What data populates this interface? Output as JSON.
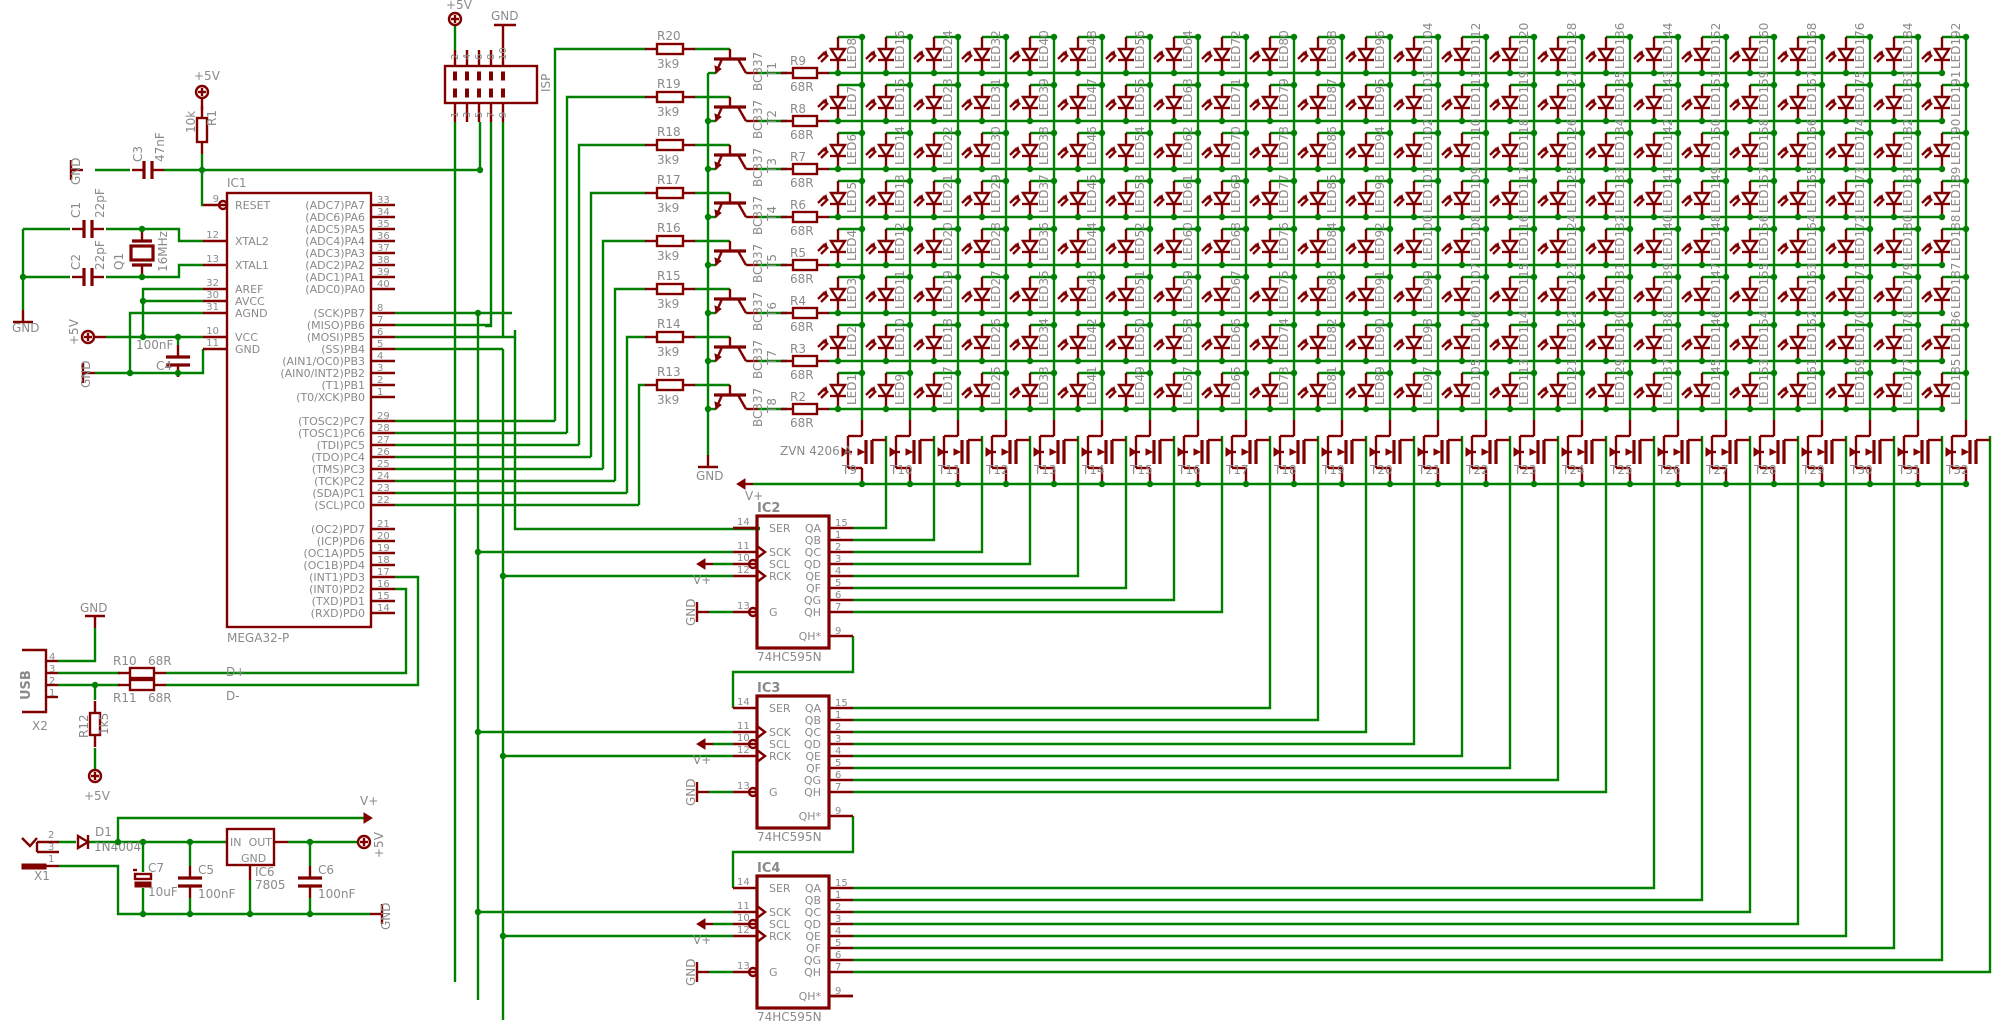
{
  "title": "USB LED matrix 8x24 schematic",
  "colors": {
    "wire": "#008000",
    "part": "#800000",
    "text": "#8a8a8a",
    "background": "#ffffff"
  },
  "labels": {
    "plus5v": "+5V",
    "gnd": "GND",
    "vplus": "V+",
    "d_plus": "D+",
    "d_minus": "D-"
  },
  "mcu": {
    "name": "IC1",
    "part": "MEGA32-P",
    "left_pins": [
      {
        "num": "9",
        "name": "RESET"
      },
      {
        "num": "12",
        "name": "XTAL2"
      },
      {
        "num": "13",
        "name": "XTAL1"
      },
      {
        "num": "32",
        "name": "AREF"
      },
      {
        "num": "30",
        "name": "AVCC"
      },
      {
        "num": "31",
        "name": "AGND"
      },
      {
        "num": "10",
        "name": "VCC"
      },
      {
        "num": "11",
        "name": "GND"
      }
    ],
    "right_pins": [
      {
        "num": "33",
        "name": "(ADC7)PA7"
      },
      {
        "num": "34",
        "name": "(ADC6)PA6"
      },
      {
        "num": "35",
        "name": "(ADC5)PA5"
      },
      {
        "num": "36",
        "name": "(ADC4)PA4"
      },
      {
        "num": "37",
        "name": "(ADC3)PA3"
      },
      {
        "num": "38",
        "name": "(ADC2)PA2"
      },
      {
        "num": "39",
        "name": "(ADC1)PA1"
      },
      {
        "num": "40",
        "name": "(ADC0)PA0"
      },
      {
        "num": "8",
        "name": "(SCK)PB7"
      },
      {
        "num": "7",
        "name": "(MISO)PB6"
      },
      {
        "num": "6",
        "name": "(MOSI)PB5"
      },
      {
        "num": "5",
        "name": "(SS)PB4"
      },
      {
        "num": "4",
        "name": "(AIN1/OC0)PB3"
      },
      {
        "num": "3",
        "name": "(AIN0/INT2)PB2"
      },
      {
        "num": "2",
        "name": "(T1)PB1"
      },
      {
        "num": "1",
        "name": "(T0/XCK)PB0"
      },
      {
        "num": "29",
        "name": "(TOSC2)PC7"
      },
      {
        "num": "28",
        "name": "(TOSC1)PC6"
      },
      {
        "num": "27",
        "name": "(TDI)PC5"
      },
      {
        "num": "26",
        "name": "(TDO)PC4"
      },
      {
        "num": "25",
        "name": "(TMS)PC3"
      },
      {
        "num": "24",
        "name": "(TCK)PC2"
      },
      {
        "num": "23",
        "name": "(SDA)PC1"
      },
      {
        "num": "22",
        "name": "(SCL)PC0"
      },
      {
        "num": "21",
        "name": "(OC2)PD7"
      },
      {
        "num": "20",
        "name": "(ICP)PD6"
      },
      {
        "num": "19",
        "name": "(OC1A)PD5"
      },
      {
        "num": "18",
        "name": "(OC1B)PD4"
      },
      {
        "num": "17",
        "name": "(INT1)PD3"
      },
      {
        "num": "16",
        "name": "(INT0)PD2"
      },
      {
        "num": "15",
        "name": "(TXD)PD1"
      },
      {
        "num": "14",
        "name": "(RXD)PD0"
      }
    ]
  },
  "passives": {
    "R1": {
      "name": "R1",
      "value": "10k"
    },
    "C3": {
      "name": "C3",
      "value": "47nF"
    },
    "C1": {
      "name": "C1",
      "value": "22pF"
    },
    "C2": {
      "name": "C2",
      "value": "22pF"
    },
    "Q1": {
      "name": "Q1",
      "value": "16MHz"
    },
    "C4": {
      "name": "C4",
      "value": "100nF"
    },
    "R10": {
      "name": "R10",
      "value": "68R"
    },
    "R11": {
      "name": "R11",
      "value": "68R"
    },
    "R12": {
      "name": "R12",
      "value": "1k5"
    },
    "D1": {
      "name": "D1",
      "value": "1N4004"
    },
    "C7": {
      "name": "C7",
      "value": "10uF"
    },
    "C5": {
      "name": "C5",
      "value": "100nF"
    },
    "C6": {
      "name": "C6",
      "value": "100nF"
    },
    "IC6": {
      "name": "IC6",
      "value": "7805",
      "pin_in": "IN",
      "pin_out": "OUT",
      "pin_gnd": "GND"
    }
  },
  "connectors": {
    "isp": {
      "name": "ISP",
      "top_pins": [
        "2",
        "4",
        "6",
        "8",
        "10"
      ],
      "bottom_pins": [
        "1",
        "3",
        "5",
        "7",
        "9"
      ]
    },
    "usb": {
      "name": "X2",
      "label": "USB",
      "pins": [
        "4",
        "3",
        "2",
        "1"
      ]
    },
    "power": {
      "name": "X1",
      "pins": [
        "2",
        "3",
        "1"
      ]
    }
  },
  "row_drivers": {
    "transistor_part": "BC337",
    "base_resistor_value": "3k9",
    "collector_resistor_value": "68R",
    "rows": [
      {
        "transistor": "T1",
        "base_res": "R20",
        "col_res": "R9"
      },
      {
        "transistor": "T2",
        "base_res": "R19",
        "col_res": "R8"
      },
      {
        "transistor": "T3",
        "base_res": "R18",
        "col_res": "R7"
      },
      {
        "transistor": "T4",
        "base_res": "R17",
        "col_res": "R6"
      },
      {
        "transistor": "T5",
        "base_res": "R16",
        "col_res": "R5"
      },
      {
        "transistor": "T6",
        "base_res": "R15",
        "col_res": "R4"
      },
      {
        "transistor": "T7",
        "base_res": "R14",
        "col_res": "R3"
      },
      {
        "transistor": "T8",
        "base_res": "R13",
        "col_res": "R2"
      }
    ]
  },
  "led_matrix": {
    "rows": 8,
    "columns": 24,
    "led_prefix": "LED",
    "column_transistor_part": "ZVN 4206 A",
    "column_transistors": [
      "T9",
      "T10",
      "T11",
      "T12",
      "T13",
      "T14",
      "T15",
      "T16",
      "T17",
      "T18",
      "T19",
      "T20",
      "T21",
      "T22",
      "T23",
      "T24",
      "T25",
      "T26",
      "T27",
      "T28",
      "T29",
      "T30",
      "T31",
      "T32"
    ]
  },
  "shift_registers": [
    {
      "name": "IC2",
      "part": "74HC595N"
    },
    {
      "name": "IC3",
      "part": "74HC595N"
    },
    {
      "name": "IC4",
      "part": "74HC595N"
    }
  ],
  "shift_register_pins": {
    "left": [
      {
        "num": "14",
        "name": "SER"
      },
      {
        "num": "11",
        "name": "SCK"
      },
      {
        "num": "10",
        "name": "SCL"
      },
      {
        "num": "12",
        "name": "RCK"
      },
      {
        "num": "13",
        "name": "G"
      }
    ],
    "right": [
      {
        "num": "15",
        "name": "QA"
      },
      {
        "num": "1",
        "name": "QB"
      },
      {
        "num": "2",
        "name": "QC"
      },
      {
        "num": "3",
        "name": "QD"
      },
      {
        "num": "4",
        "name": "QE"
      },
      {
        "num": "5",
        "name": "QF"
      },
      {
        "num": "6",
        "name": "QG"
      },
      {
        "num": "7",
        "name": "QH"
      },
      {
        "num": "9",
        "name": "QH*"
      }
    ]
  }
}
